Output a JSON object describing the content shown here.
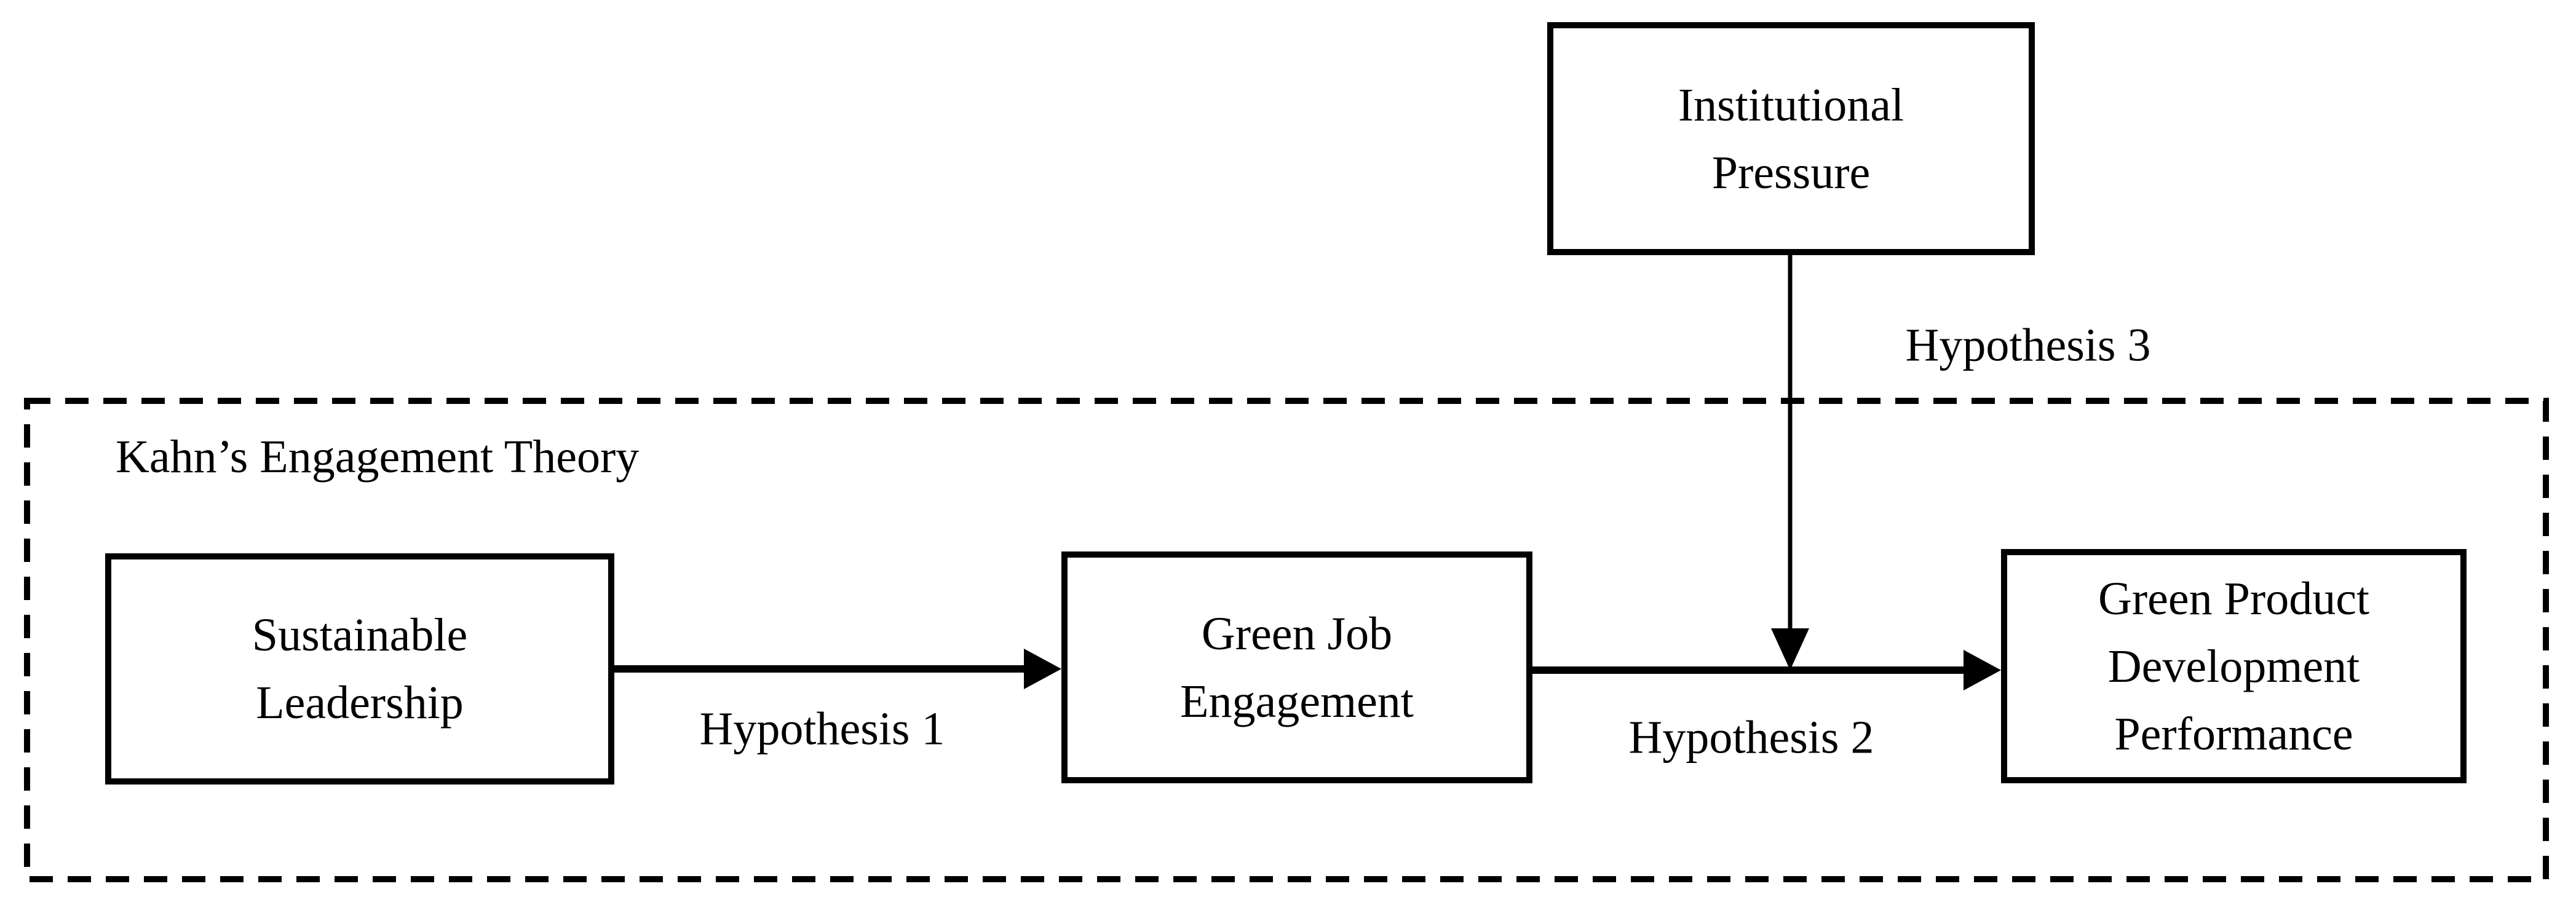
{
  "diagram": {
    "colors": {
      "stroke": "#000000",
      "background": "#ffffff"
    },
    "container": {
      "title": "Kahn’s Engagement Theory"
    },
    "boxes": {
      "institutional_pressure": {
        "lines": [
          "Institutional",
          "Pressure"
        ]
      },
      "sustainable_leadership": {
        "lines": [
          "Sustainable",
          "Leadership"
        ]
      },
      "green_job_engagement": {
        "lines": [
          "Green Job",
          "Engagement"
        ]
      },
      "green_product_development_performance": {
        "lines": [
          "Green Product",
          "Development",
          "Performance"
        ]
      }
    },
    "arrows": {
      "hypothesis_1": {
        "label": "Hypothesis 1"
      },
      "hypothesis_2": {
        "label": "Hypothesis 2"
      },
      "hypothesis_3": {
        "label": "Hypothesis 3"
      }
    }
  }
}
